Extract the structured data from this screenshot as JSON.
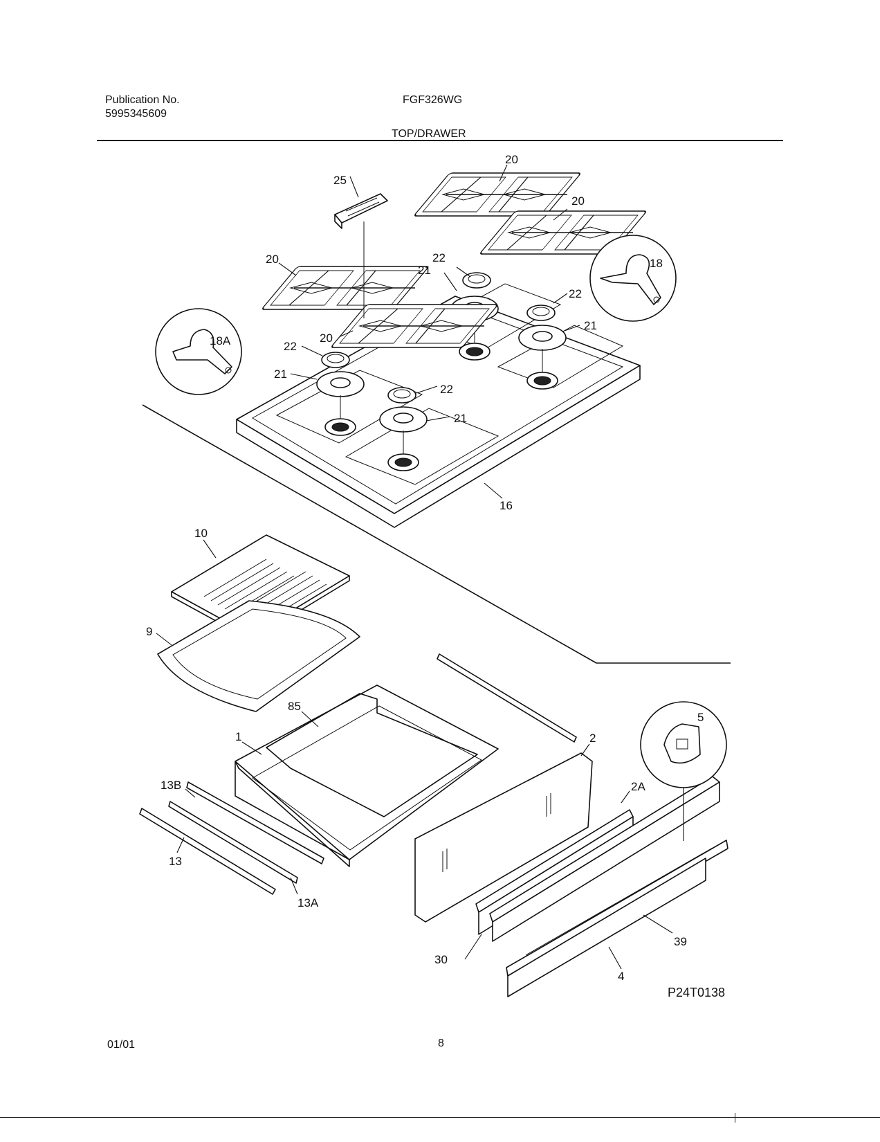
{
  "header": {
    "publication_label": "Publication No.",
    "publication_number": "5995345609",
    "model": "FGF326WG",
    "section_title": "TOP/DRAWER"
  },
  "footer": {
    "date": "01/01",
    "page_number": "8"
  },
  "diagram": {
    "figure_code": "P24T0138",
    "callouts": {
      "c25": "25",
      "c20a": "20",
      "c20b": "20",
      "c20c": "20",
      "c20d": "20",
      "c18": "18",
      "c18a": "18A",
      "c22a": "22",
      "c22b": "22",
      "c22c": "22",
      "c22d": "22",
      "c21a": "21",
      "c21b": "21",
      "c21c": "21",
      "c21d": "21",
      "c16": "16",
      "c10": "10",
      "c9": "9",
      "c85": "85",
      "c1": "1",
      "c2": "2",
      "c5": "5",
      "c13b": "13B",
      "c13": "13",
      "c13a": "13A",
      "c2a": "2A",
      "c30": "30",
      "c39": "39",
      "c4": "4"
    }
  }
}
